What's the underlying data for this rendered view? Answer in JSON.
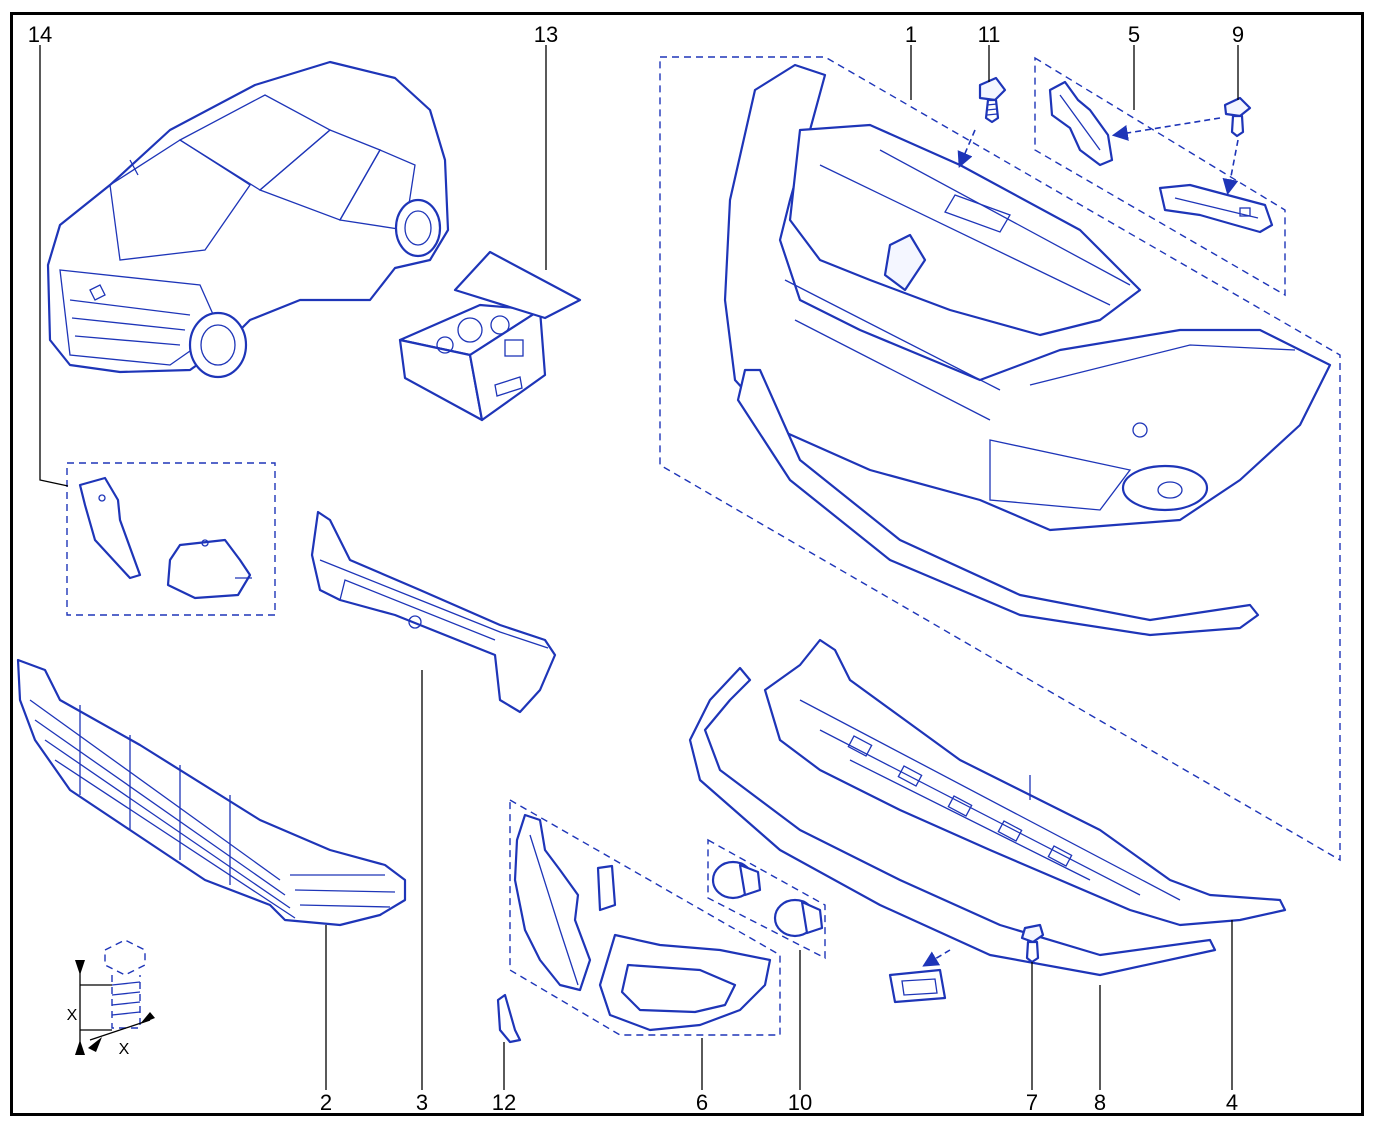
{
  "callouts": {
    "c1": "1",
    "c2": "2",
    "c3": "3",
    "c4": "4",
    "c5": "5",
    "c6": "6",
    "c7": "7",
    "c8": "8",
    "c9": "9",
    "c10": "10",
    "c11": "11",
    "c12": "12",
    "c13": "13",
    "c14": "14"
  },
  "dimension_labels": {
    "x1": "X",
    "x2": "X"
  },
  "colors": {
    "line": "#1e35b8",
    "frame": "#000000",
    "background": "#ffffff"
  }
}
